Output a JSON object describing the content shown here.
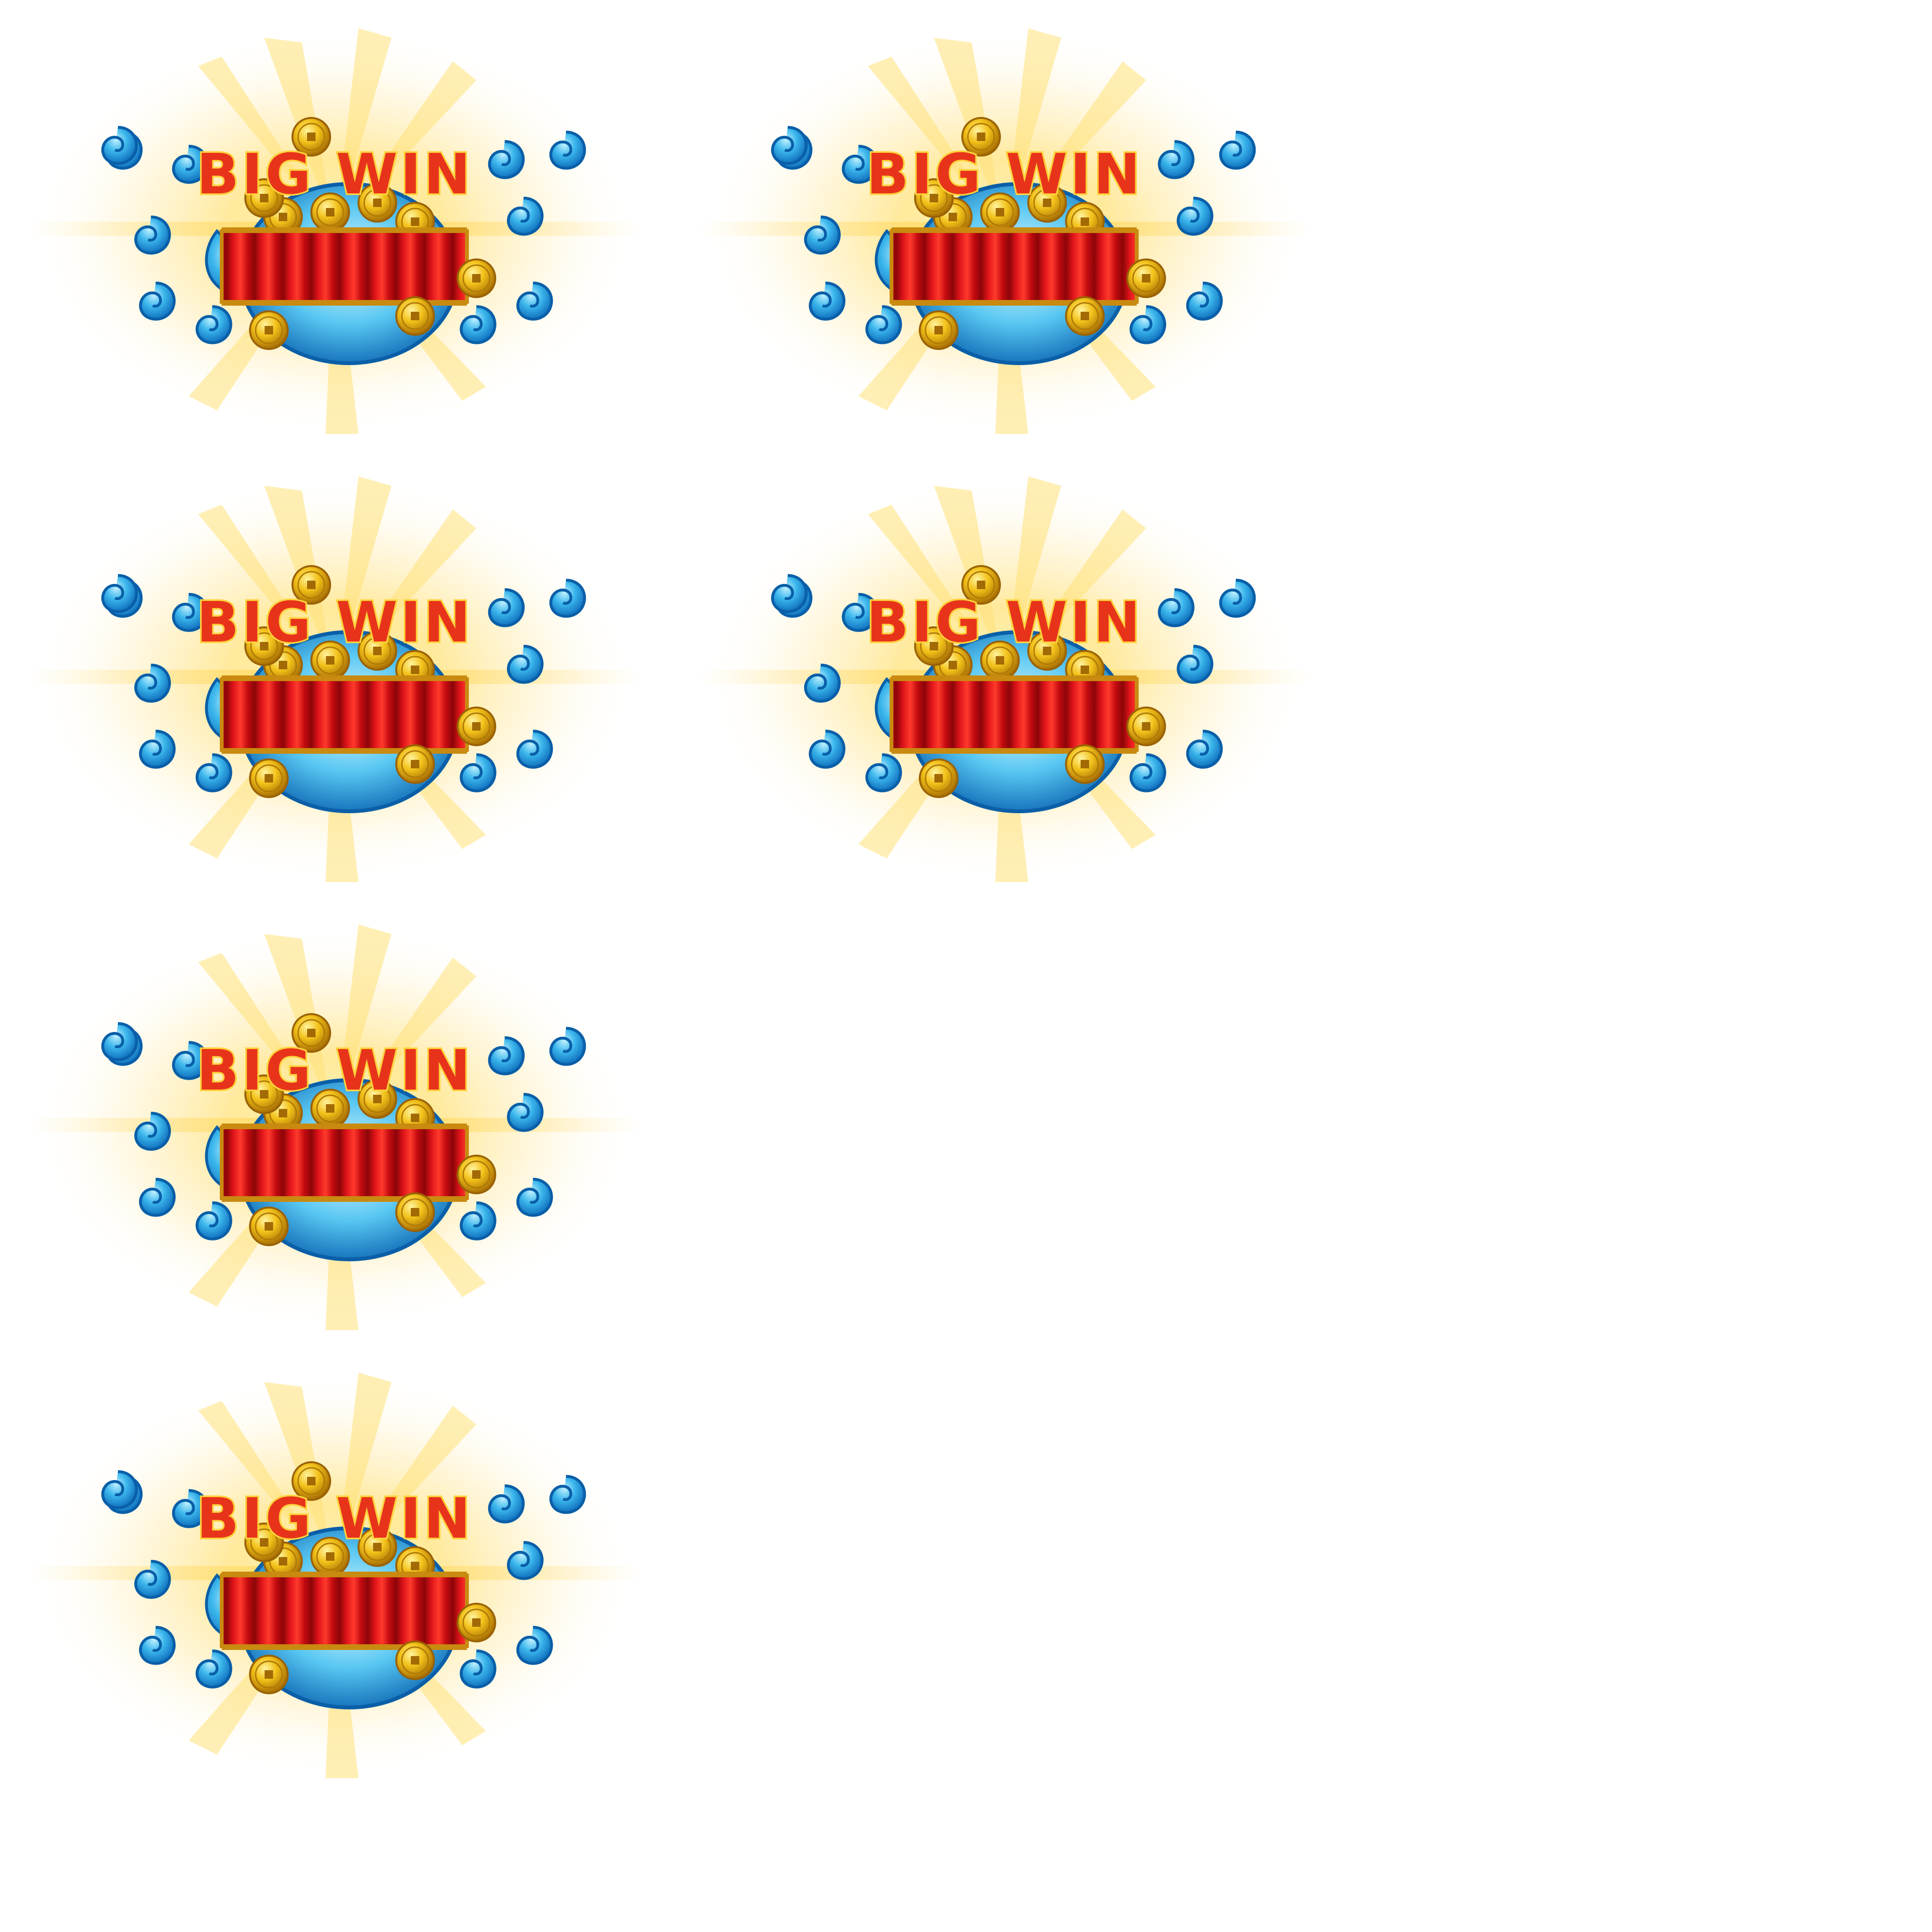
{
  "sprite_sheet": {
    "frames": [
      {
        "title": "BIG WIN"
      },
      {
        "title": "BIG WIN"
      },
      {
        "title": "BIG WIN"
      },
      {
        "title": "BIG WIN"
      },
      {
        "title": "BIG WIN"
      },
      {
        "title": "BIG WIN"
      }
    ]
  },
  "colors": {
    "background": "#ffffff",
    "glow": "#ffd75a",
    "banner_red": "#d40d12",
    "banner_dark": "#8c0508",
    "trim_gold": "#c98a10",
    "coin_gold": "#f3c21a",
    "coin_dark": "#b07a06",
    "cloud_blue": "#3bb6ec",
    "cloud_dark": "#0a67b8",
    "title_fill": "#e8331b",
    "title_outline": "#ffd23a"
  },
  "icons": [
    "sunburst-glow-icon",
    "coin-icon",
    "cloud-swirl-icon",
    "red-curtain-banner-icon"
  ]
}
